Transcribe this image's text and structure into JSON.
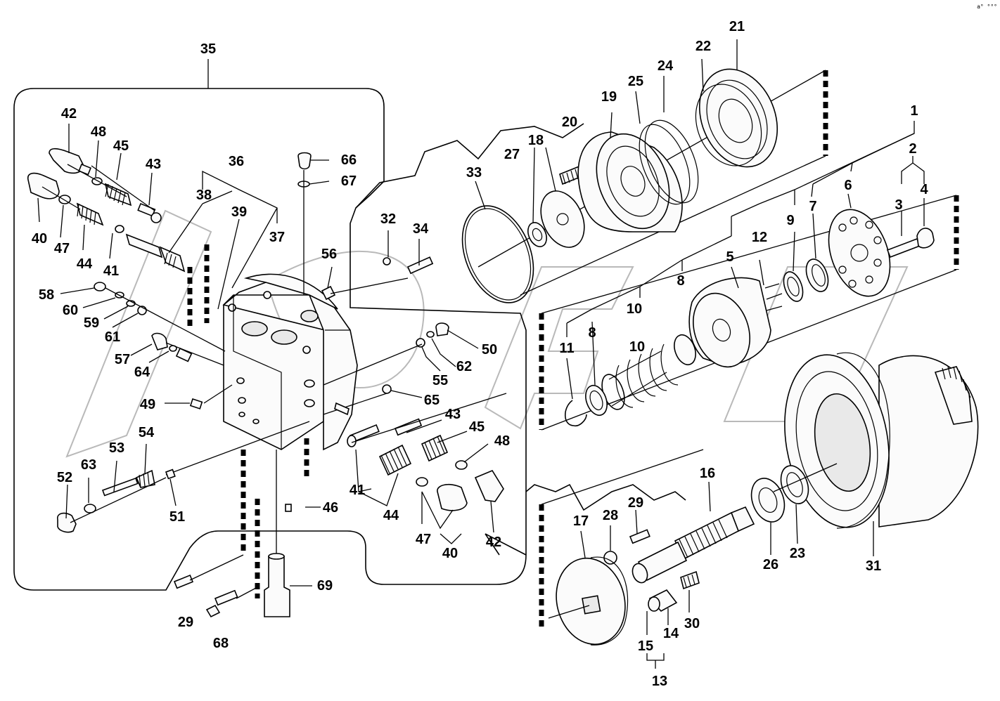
{
  "callouts": [
    "1",
    "2",
    "3",
    "4",
    "5",
    "6",
    "7",
    "8",
    "8",
    "9",
    "10",
    "10",
    "11",
    "12",
    "13",
    "14",
    "15",
    "16",
    "17",
    "18",
    "19",
    "20",
    "21",
    "22",
    "23",
    "24",
    "25",
    "26",
    "27",
    "28",
    "29",
    "29",
    "30",
    "31",
    "32",
    "33",
    "34",
    "35",
    "36",
    "37",
    "38",
    "39",
    "40",
    "40",
    "41",
    "41",
    "42",
    "42",
    "43",
    "43",
    "44",
    "44",
    "45",
    "45",
    "46",
    "47",
    "47",
    "48",
    "48",
    "49",
    "50",
    "51",
    "52",
    "53",
    "54",
    "55",
    "56",
    "57",
    "58",
    "59",
    "60",
    "61",
    "62",
    "63",
    "64",
    "65",
    "66",
    "67",
    "68",
    "69"
  ],
  "corner_mark": "a° °°°"
}
